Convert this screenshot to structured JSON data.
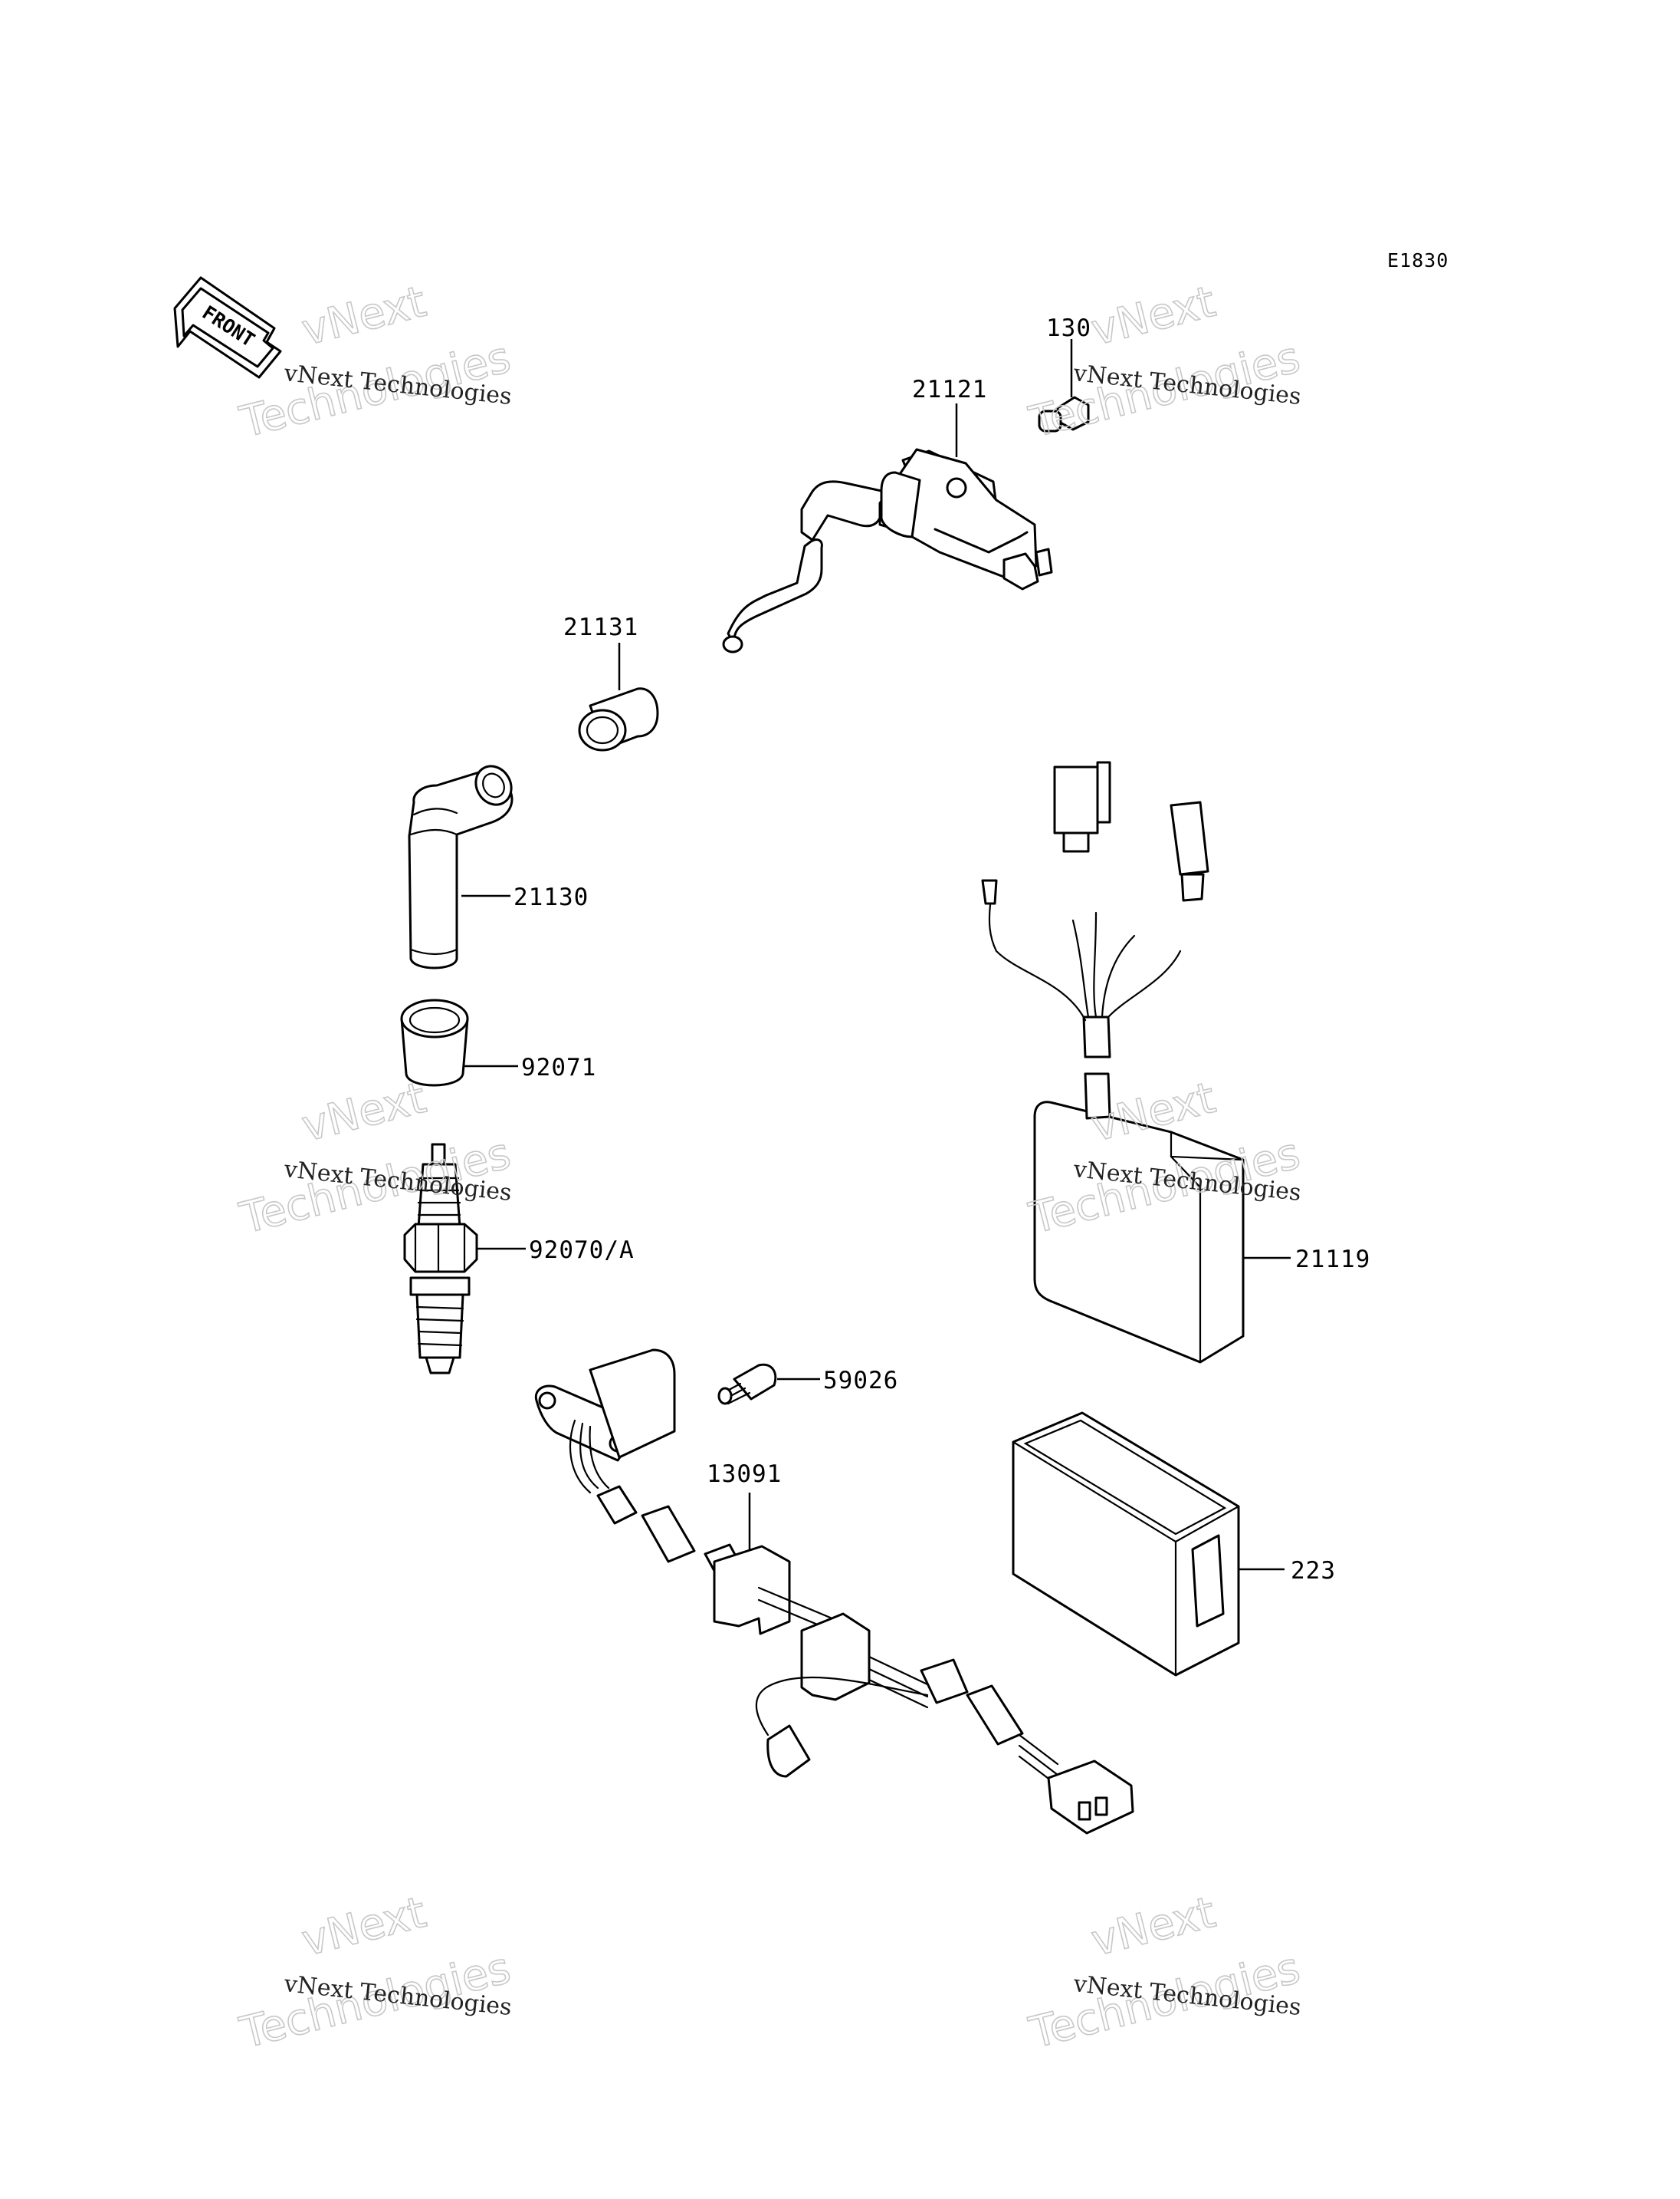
{
  "diagram": {
    "code": "E1830",
    "front_label": "FRONT",
    "parts": [
      {
        "id": "p130",
        "label": "130"
      },
      {
        "id": "p21121",
        "label": "21121"
      },
      {
        "id": "p21131",
        "label": "21131"
      },
      {
        "id": "p21130",
        "label": "21130"
      },
      {
        "id": "p92071",
        "label": "92071"
      },
      {
        "id": "p92070",
        "label": "92070/A"
      },
      {
        "id": "p21119",
        "label": "21119"
      },
      {
        "id": "p223",
        "label": "223"
      },
      {
        "id": "p59026",
        "label": "59026"
      },
      {
        "id": "p13091",
        "label": "13091"
      }
    ]
  },
  "watermark": {
    "line1": "vNext",
    "line2": "vNext Technologies",
    "line3": "Technologies"
  }
}
